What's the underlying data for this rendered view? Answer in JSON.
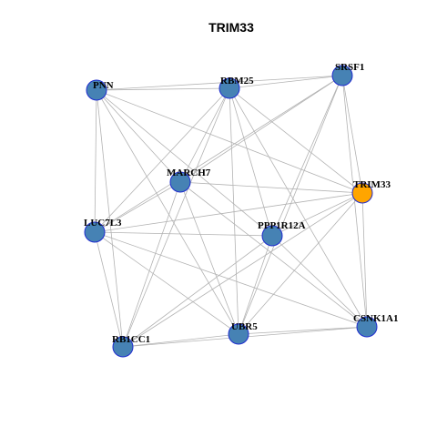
{
  "title": "TRIM33",
  "colors": {
    "node_default": "#4682b4",
    "node_highlight": "#ffa500",
    "node_border": "#1f2ccf",
    "edge": "#b3b3b3"
  },
  "nodes": [
    {
      "id": "PNN",
      "label": "PNN",
      "highlight": false
    },
    {
      "id": "RBM25",
      "label": "RBM25",
      "highlight": false
    },
    {
      "id": "SRSF1",
      "label": "SRSF1",
      "highlight": false
    },
    {
      "id": "MARCH7",
      "label": "MARCH7",
      "highlight": false
    },
    {
      "id": "TRIM33",
      "label": "TRIM33",
      "highlight": true
    },
    {
      "id": "LUC7L3",
      "label": "LUC7L3",
      "highlight": false
    },
    {
      "id": "PPP1R12A",
      "label": "PPP1R12A",
      "highlight": false
    },
    {
      "id": "CSNK1A1",
      "label": "CSNK1A1",
      "highlight": false
    },
    {
      "id": "UBR5",
      "label": "UBR5",
      "highlight": false
    },
    {
      "id": "RB1CC1",
      "label": "RB1CC1",
      "highlight": false
    }
  ],
  "edges": [
    [
      "PNN",
      "RBM25"
    ],
    [
      "PNN",
      "SRSF1"
    ],
    [
      "PNN",
      "TRIM33"
    ],
    [
      "PNN",
      "LUC7L3"
    ],
    [
      "PNN",
      "RB1CC1"
    ],
    [
      "PNN",
      "UBR5"
    ],
    [
      "PNN",
      "PPP1R12A"
    ],
    [
      "PNN",
      "MARCH7"
    ],
    [
      "RBM25",
      "SRSF1"
    ],
    [
      "RBM25",
      "MARCH7"
    ],
    [
      "RBM25",
      "TRIM33"
    ],
    [
      "RBM25",
      "LUC7L3"
    ],
    [
      "RBM25",
      "PPP1R12A"
    ],
    [
      "RBM25",
      "CSNK1A1"
    ],
    [
      "RBM25",
      "UBR5"
    ],
    [
      "RBM25",
      "RB1CC1"
    ],
    [
      "SRSF1",
      "MARCH7"
    ],
    [
      "SRSF1",
      "TRIM33"
    ],
    [
      "SRSF1",
      "LUC7L3"
    ],
    [
      "SRSF1",
      "PPP1R12A"
    ],
    [
      "SRSF1",
      "CSNK1A1"
    ],
    [
      "SRSF1",
      "UBR5"
    ],
    [
      "MARCH7",
      "TRIM33"
    ],
    [
      "MARCH7",
      "LUC7L3"
    ],
    [
      "MARCH7",
      "CSNK1A1"
    ],
    [
      "MARCH7",
      "UBR5"
    ],
    [
      "MARCH7",
      "RB1CC1"
    ],
    [
      "TRIM33",
      "LUC7L3"
    ],
    [
      "TRIM33",
      "PPP1R12A"
    ],
    [
      "TRIM33",
      "CSNK1A1"
    ],
    [
      "TRIM33",
      "UBR5"
    ],
    [
      "TRIM33",
      "RB1CC1"
    ],
    [
      "LUC7L3",
      "PPP1R12A"
    ],
    [
      "LUC7L3",
      "CSNK1A1"
    ],
    [
      "LUC7L3",
      "RB1CC1"
    ],
    [
      "LUC7L3",
      "UBR5"
    ],
    [
      "PPP1R12A",
      "CSNK1A1"
    ],
    [
      "PPP1R12A",
      "UBR5"
    ],
    [
      "PPP1R12A",
      "RB1CC1"
    ],
    [
      "CSNK1A1",
      "UBR5"
    ],
    [
      "CSNK1A1",
      "RB1CC1"
    ],
    [
      "UBR5",
      "RB1CC1"
    ]
  ]
}
